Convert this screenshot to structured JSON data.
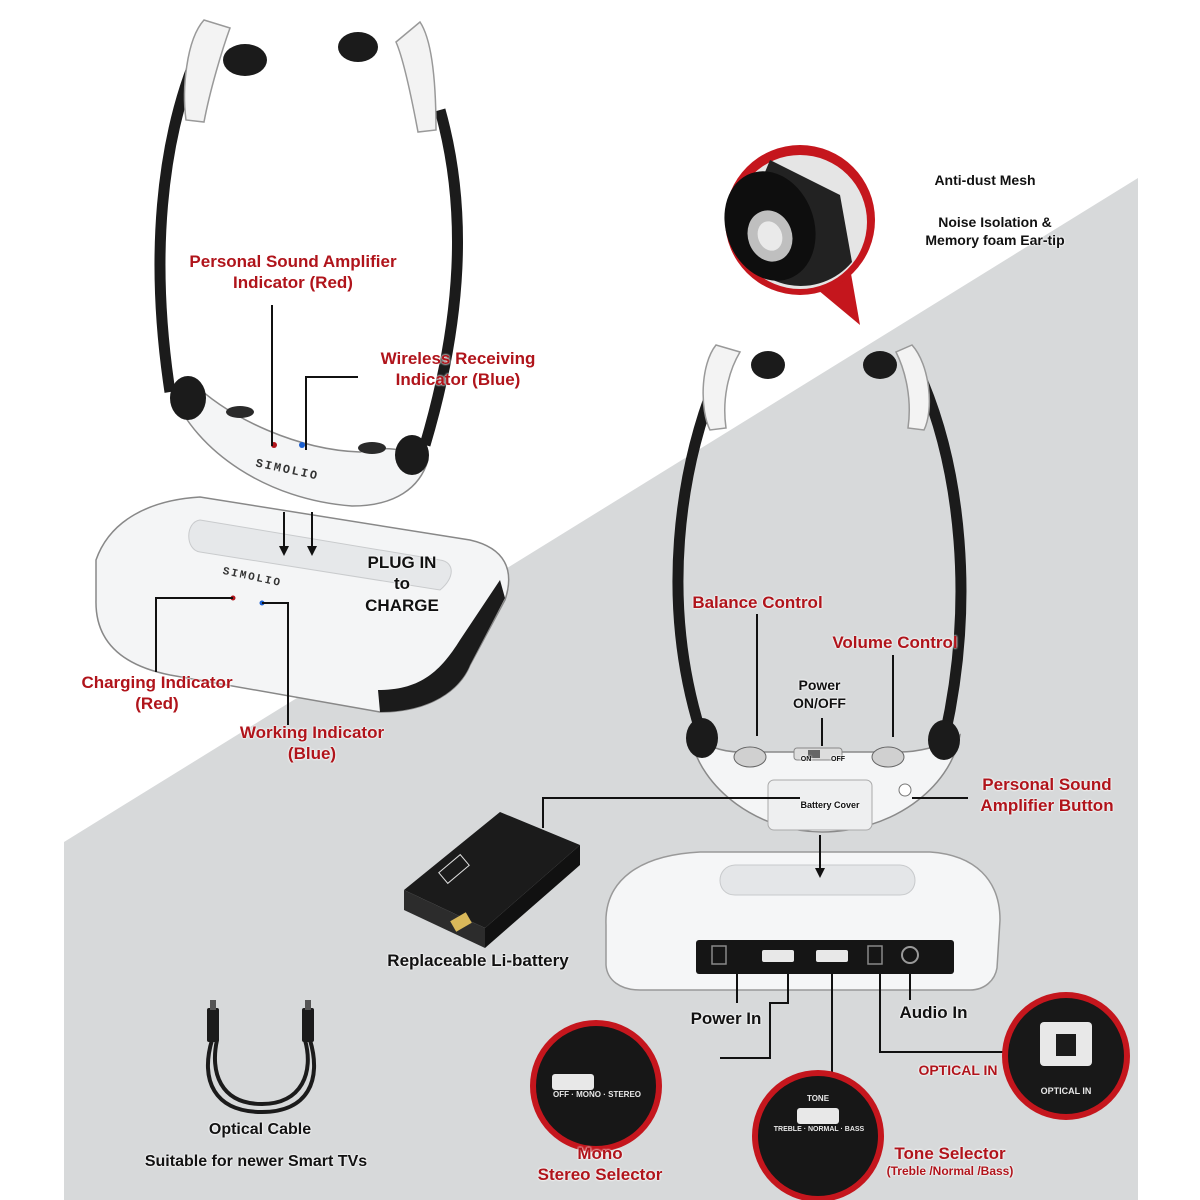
{
  "colors": {
    "label_red": "#b0141b",
    "label_black": "#111111",
    "background_gray": "#d7d9da",
    "device_white": "#f4f5f6",
    "device_dark": "#1b1b1b"
  },
  "brand": "SIMOLIO",
  "labels": {
    "psa_indicator": [
      "Personal Sound Amplifier",
      "Indicator (Red)"
    ],
    "wireless_indicator": [
      "Wireless Receiving",
      "Indicator (Blue)"
    ],
    "plug_in": [
      "PLUG IN",
      "to",
      "CHARGE"
    ],
    "charging_indicator": [
      "Charging Indicator",
      "(Red)"
    ],
    "working_indicator": [
      "Working Indicator",
      "(Blue)"
    ],
    "anti_dust": "Anti-dust Mesh",
    "noise_isolation": [
      "Noise Isolation &",
      "Memory foam Ear-tip"
    ],
    "balance_control": "Balance Control",
    "volume_control": "Volume Control",
    "power_onoff": [
      "Power",
      "ON/OFF"
    ],
    "psa_button": [
      "Personal Sound",
      "Amplifier Button"
    ],
    "battery_cover": "Battery Cover",
    "replaceable_battery": "Replaceable Li-battery",
    "power_in": "Power In",
    "audio_in": "Audio In",
    "optical_in": "OPTICAL IN",
    "optical_cable": "Optical Cable",
    "smart_tvs": "Suitable for newer Smart TVs",
    "mono_stereo": [
      "Mono",
      "Stereo Selector"
    ],
    "tone_selector": "Tone Selector",
    "tone_sub": "(Treble /Normal /Bass)"
  },
  "device_text": {
    "on": "ON",
    "off": "OFF",
    "switch1": "OFF · MONO · STEREO",
    "switch2_title": "TONE",
    "switch2": "TREBLE · NORMAL · BASS",
    "optical_plate": "OPTICAL IN"
  },
  "icons": [
    "ear-tip-icon",
    "battery-icon",
    "optical-cable-icon",
    "optical-port-icon"
  ]
}
